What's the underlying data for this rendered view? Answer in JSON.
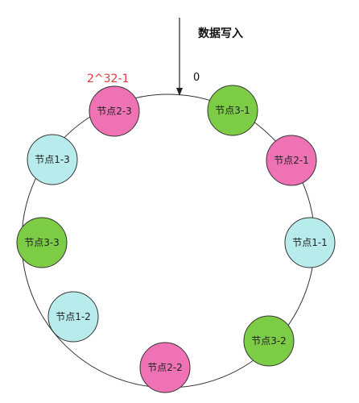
{
  "write_label": "数据写入",
  "zero_label": "0",
  "max_label": "2^32-1",
  "colors": {
    "pink": "#ef72b5",
    "green": "#7ccc46",
    "cyan": "#b8ebec",
    "max_label": "#e5383b"
  },
  "nodes": [
    {
      "label": "节点3-1",
      "color": "green"
    },
    {
      "label": "节点2-1",
      "color": "pink"
    },
    {
      "label": "节点1-1",
      "color": "cyan"
    },
    {
      "label": "节点3-2",
      "color": "green"
    },
    {
      "label": "节点2-2",
      "color": "pink"
    },
    {
      "label": "节点1-2",
      "color": "cyan"
    },
    {
      "label": "节点3-3",
      "color": "green"
    },
    {
      "label": "节点1-3",
      "color": "cyan"
    },
    {
      "label": "节点2-3",
      "color": "pink"
    }
  ]
}
